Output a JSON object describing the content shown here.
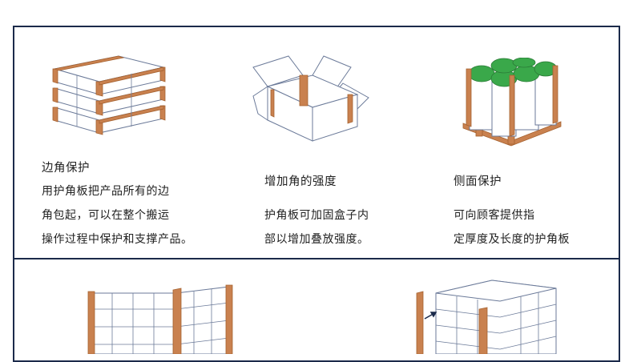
{
  "features": [
    {
      "title": "边角保护",
      "lines": [
        "用护角板把产品所有的边",
        "角包起，可以在整个搬运",
        "操作过程中保护和支撑产品。"
      ]
    },
    {
      "title": "增加角的强度",
      "lines": [
        "护角板可加固盒子内",
        "部以增加叠放强度。"
      ]
    },
    {
      "title": "侧面保护",
      "lines": [
        "可向顾客提供指",
        "定厚度及长度的护角板"
      ]
    }
  ],
  "colors": {
    "border": "#1b2a4a",
    "corner_board": "#c9814f",
    "corner_board_dark": "#a5612f",
    "roll_green": "#3aa84a",
    "outline": "#5a6a8a"
  }
}
